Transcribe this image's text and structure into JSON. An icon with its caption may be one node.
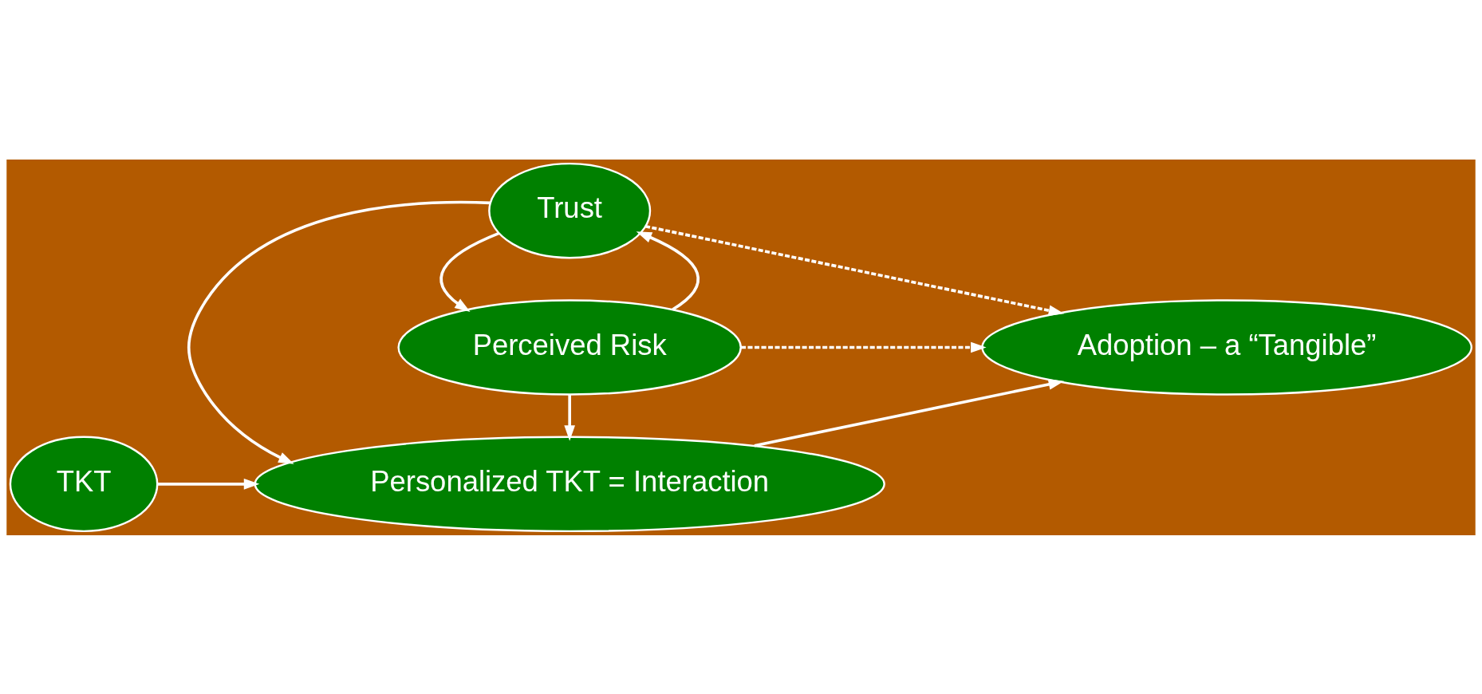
{
  "diagram": {
    "nodes": [
      {
        "text": [
          "Perceived Risk"
        ]
      },
      {
        "text": [
          "TKT"
        ]
      },
      {
        "text": [
          "Personalized TKT = Interaction"
        ]
      },
      {
        "text": [
          "Adoption – a “Tangible”"
        ]
      },
      {
        "text": [
          "Trust"
        ]
      }
    ],
    "edges": [
      {
        "from": 0,
        "to": 4,
        "arrow": "to"
      },
      {
        "from": 4,
        "to": 0,
        "arrow": "to"
      },
      {
        "from": 1,
        "to": 2,
        "arrow": "to"
      },
      {
        "from": 0,
        "to": 2,
        "arrow": "to"
      },
      {
        "from": 4,
        "to": 2,
        "arrow": "to"
      },
      {
        "from": 2,
        "to": 3,
        "arrow": "to"
      },
      {
        "from": 0,
        "to": 3,
        "arrow": "to",
        "style": "dashed"
      },
      {
        "from": 4,
        "to": 3,
        "arrow": "to",
        "style": "dashed"
      }
    ]
  }
}
